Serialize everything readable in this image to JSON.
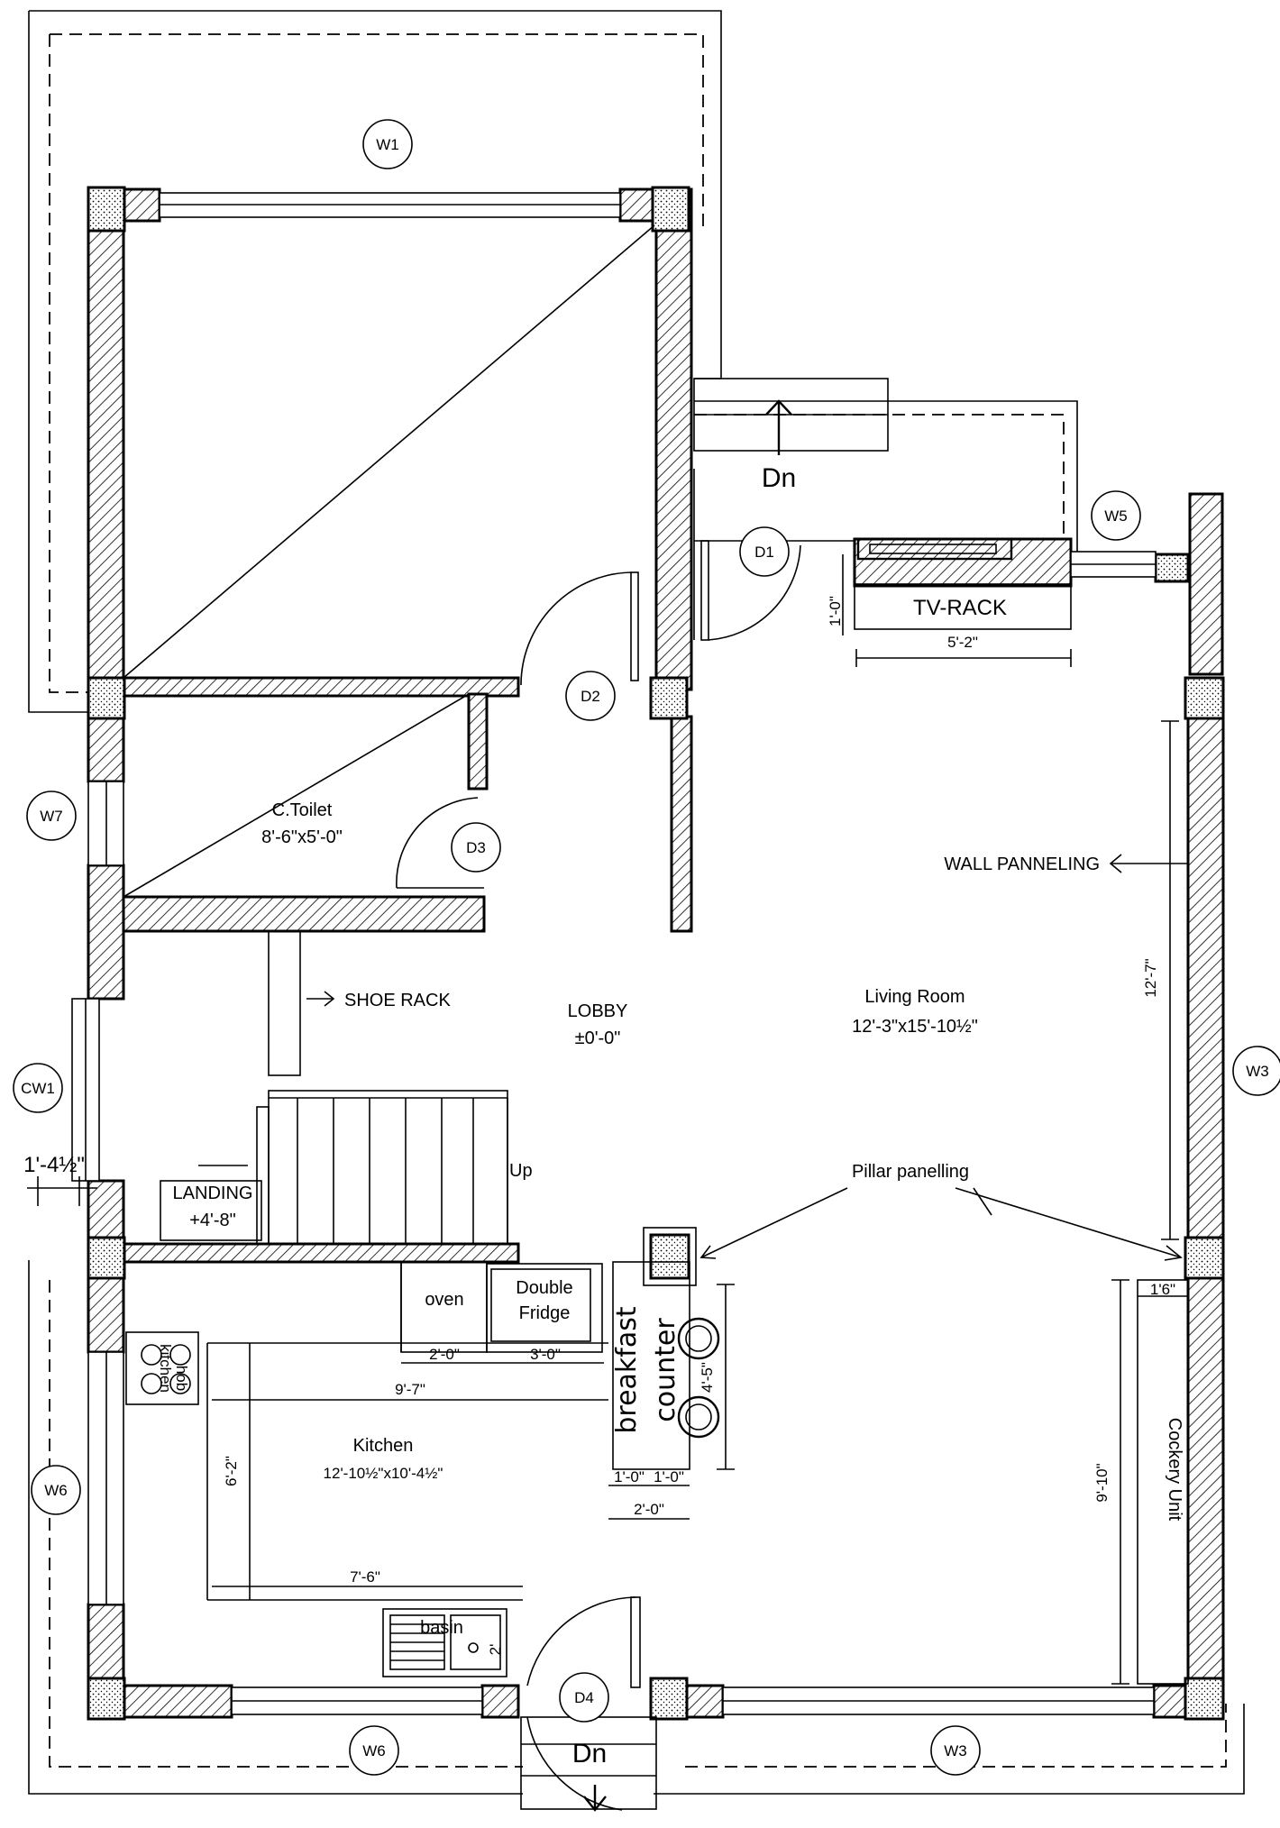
{
  "tags": {
    "w1": "W1",
    "w5": "W5",
    "w7": "W7",
    "w3": "W3",
    "w6": "W6",
    "w6b": "W6",
    "w3b": "W3",
    "cw1": "CW1",
    "d1": "D1",
    "d2": "D2",
    "d3": "D3",
    "d4": "D4"
  },
  "labels": {
    "dn_top": "Dn",
    "dn_bottom": "Dn",
    "tv_rack": "TV-RACK",
    "tv_rack_dim": "5'-2\"",
    "tv_rack_offset": "1'-0\"",
    "toilet_name": "C.Toilet",
    "toilet_size": "8'-6\"x5'-0\"",
    "wall_paneling": "WALL PANNELING",
    "wall_paneling_dim": "12'-7\"",
    "shoe_rack": "SHOE RACK",
    "lobby_name": "LOBBY",
    "lobby_level": "±0'-0\"",
    "living_name": "Living Room",
    "living_size": "12'-3\"x15'-10½\"",
    "pillar_panelling": "Pillar panelling",
    "landing_name": "LANDING",
    "landing_level": "+4'-8\"",
    "up": "Up",
    "cw1_dim": "1'-4½\"",
    "oven": "oven",
    "fridge_1": "Double",
    "fridge_2": "Fridge",
    "hob_1": "kitchen",
    "hob_2": "hob",
    "counter_1": "breakfast",
    "counter_2": "counter",
    "counter_len": "4'-5\"",
    "counter_w1": "1'-0\"",
    "counter_w2": "1'-0\"",
    "counter_total": "2'-0\"",
    "dim_2_0": "2'-0\"",
    "dim_3_0": "3'-0\"",
    "dim_9_7": "9'-7\"",
    "dim_6_2": "6'-2\"",
    "dim_7_6": "7'-6\"",
    "kitchen_name": "Kitchen",
    "kitchen_size": "12'-10½\"x10'-4½\"",
    "basin": "basin",
    "basin_dim": "2'",
    "crockery_unit": "Cockery Unit",
    "crockery_dim": "9'-10\"",
    "crockery_offset": "1'6\""
  }
}
